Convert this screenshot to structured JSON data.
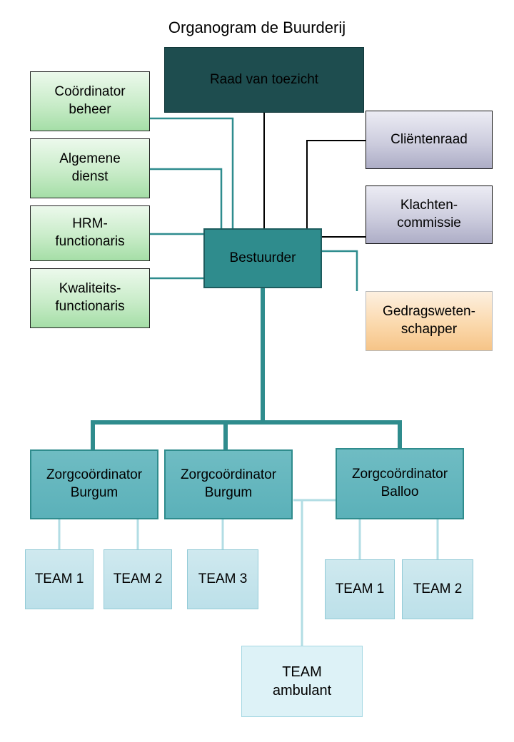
{
  "title": "Organogram de Buurderij",
  "palette": {
    "dark_teal": "#1e4d4f",
    "teal": "#2f8c8d",
    "green": "#a5dea7",
    "lavender": "#adadc6",
    "orange": "#f6c488",
    "mid_teal": "#5bb1b9",
    "light_blue": "#bce0e9",
    "connector_teal": "#2e8c8e",
    "connector_black": "#000000",
    "connector_light": "#b2dde4"
  },
  "nodes": {
    "raad": {
      "label": "Raad van toezicht"
    },
    "coordinator_beheer": {
      "label": "Coördinator\nbeheer"
    },
    "algemene_dienst": {
      "label": "Algemene\ndienst"
    },
    "hrm_functionaris": {
      "label": "HRM-\nfunctionaris"
    },
    "kwaliteits_functionaris": {
      "label": "Kwaliteits-\nfunctionaris"
    },
    "bestuurder": {
      "label": "Bestuurder"
    },
    "clientenraad": {
      "label": "Cliëntenraad"
    },
    "klachtencommissie": {
      "label": "Klachten-\ncommissie"
    },
    "gedragswetenschapper": {
      "label": "Gedragsweten-\nschapper"
    },
    "zorg_burgum_1": {
      "label": "Zorgcoördinator\nBurgum"
    },
    "zorg_burgum_2": {
      "label": "Zorgcoördinator\nBurgum"
    },
    "zorg_balloo": {
      "label": "Zorgcoördinator\nBalloo"
    },
    "team1_burgum": {
      "label": "TEAM 1"
    },
    "team2_burgum": {
      "label": "TEAM 2"
    },
    "team3_burgum": {
      "label": "TEAM 3"
    },
    "team1_balloo": {
      "label": "TEAM 1"
    },
    "team2_balloo": {
      "label": "TEAM 2"
    },
    "team_ambulant": {
      "label": "TEAM\nambulant"
    }
  }
}
